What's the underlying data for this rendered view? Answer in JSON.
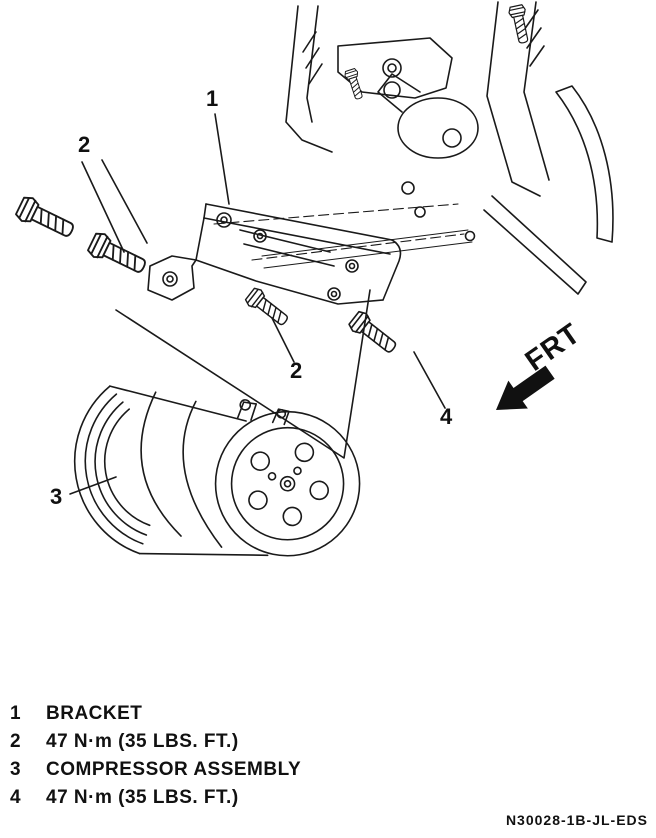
{
  "figure": {
    "callouts": {
      "bracket": "1",
      "left_bolts": "2",
      "center_bolt": "2",
      "compressor": "3",
      "right_bolt": "4"
    },
    "frt_label": "FRT",
    "drawing_number": "N30028-1B-JL-EDS"
  },
  "legend": {
    "items": [
      {
        "num": "1",
        "text": "BRACKET"
      },
      {
        "num": "2",
        "text": "47 N·m (35 LBS. FT.)"
      },
      {
        "num": "3",
        "text": "COMPRESSOR ASSEMBLY"
      },
      {
        "num": "4",
        "text": "47 N·m (35 LBS. FT.)"
      }
    ]
  }
}
